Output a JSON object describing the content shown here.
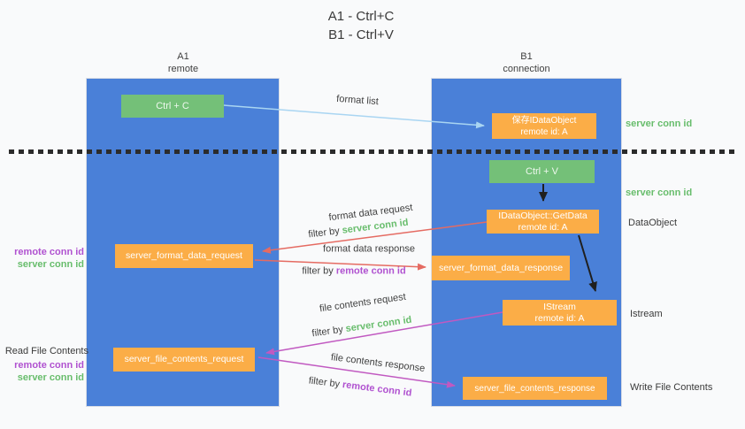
{
  "title": {
    "line1": "A1 - Ctrl+C",
    "line2": "B1 - Ctrl+V"
  },
  "lanes": {
    "left": {
      "name": "A1",
      "role": "remote"
    },
    "right": {
      "name": "B1",
      "role": "connection"
    }
  },
  "nodes": {
    "ctrl_c": {
      "label": "Ctrl + C"
    },
    "ctrl_v": {
      "label": "Ctrl + V"
    },
    "save_dataobject": {
      "line1": "保存IDataObject",
      "line2": "remote id: A"
    },
    "getdata": {
      "line1": "IDataObject::GetData",
      "line2": "remote id: A"
    },
    "istream": {
      "line1": "IStream",
      "line2": "remote id: A"
    },
    "format_request": {
      "label": "server_format_data_request"
    },
    "format_response": {
      "label": "server_format_data_response"
    },
    "file_request": {
      "label": "server_file_contents_request"
    },
    "file_response": {
      "label": "server_file_contents_response"
    }
  },
  "arrows": {
    "format_list": {
      "label": "format list"
    },
    "format_data_request": {
      "label": "format data request",
      "filter_prefix": "filter by ",
      "filter_key": "server conn id"
    },
    "format_data_response": {
      "label": "format data response",
      "filter_prefix": "filter by ",
      "filter_key": "remote conn id"
    },
    "file_contents_request": {
      "label": "file contents request",
      "filter_prefix": "filter by ",
      "filter_key": "server conn id"
    },
    "file_contents_response": {
      "label": "file contents response",
      "filter_prefix": "filter by ",
      "filter_key": "remote conn id"
    }
  },
  "side_labels": {
    "server_conn_id_top": "server conn id",
    "server_conn_id_mid": "server conn id",
    "dataobject": "DataObject",
    "istream": "Istream",
    "write_file_contents": "Write File Contents",
    "remote_conn_id_format": "remote conn id",
    "server_conn_id_format": "server conn id",
    "read_file_contents": "Read File Contents",
    "remote_conn_id_file": "remote conn id",
    "server_conn_id_file": "server conn id"
  },
  "colors": {
    "lane-blue": "#4a80d8",
    "node-orange": "#fbad47",
    "node-green": "#74c078",
    "text-green": "#68bd6c",
    "text-purple": "#b052d0",
    "arrow-red": "#e56b62",
    "arrow-magenta": "#c159c1",
    "arrow-lightblue": "#a9d5f2",
    "arrow-black": "#1f1f1f",
    "divider-black": "#2b2b2b"
  }
}
